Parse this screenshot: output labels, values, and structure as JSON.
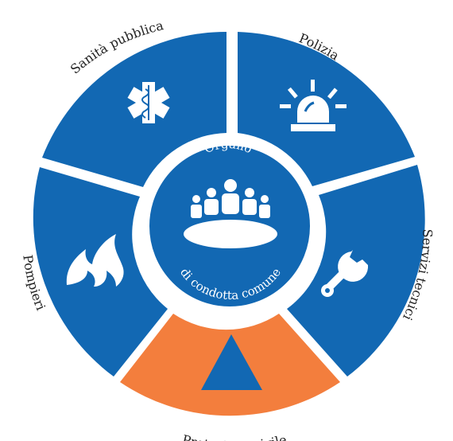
{
  "colors": {
    "blue": "#1268B3",
    "orange": "#F37E3D",
    "white": "#FFFFFF"
  },
  "center": {
    "top_label": "Organo",
    "bottom_label": "di condotta comune",
    "icon": "people-around-table-icon"
  },
  "sectors": [
    {
      "label": "Polizia",
      "icon": "siren-icon",
      "highlighted": false
    },
    {
      "label": "Servizi tecnici",
      "icon": "wrench-icon",
      "highlighted": false
    },
    {
      "label": "Protezione civile",
      "icon": "civil-protection-triangle-icon",
      "highlighted": true
    },
    {
      "label": "Pompieri",
      "icon": "flame-icon",
      "highlighted": false
    },
    {
      "label": "Sanità pubblica",
      "icon": "star-of-life-icon",
      "highlighted": false
    }
  ]
}
